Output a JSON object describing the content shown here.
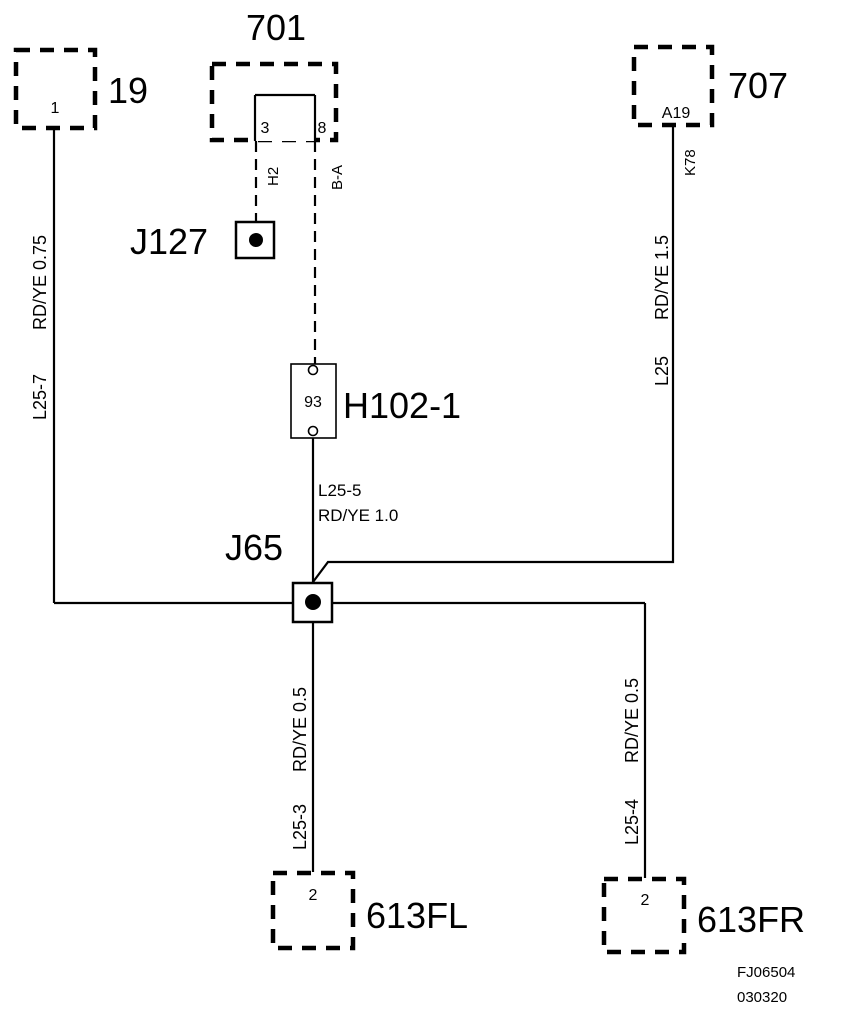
{
  "components": {
    "c19": {
      "label": "19",
      "pin": "1"
    },
    "c701": {
      "label": "701",
      "pin_left": "3",
      "pin_right": "8"
    },
    "c707": {
      "label": "707",
      "pin": "A19"
    },
    "c613fl": {
      "label": "613FL",
      "pin": "2"
    },
    "c613fr": {
      "label": "613FR",
      "pin": "2"
    }
  },
  "connectors": {
    "j127": {
      "label": "J127"
    },
    "j65": {
      "label": "J65"
    },
    "h102": {
      "label": "H102-1",
      "pin": "93"
    }
  },
  "wires": {
    "w_19": {
      "id": "L25-7",
      "spec": "RD/YE  0.75"
    },
    "w_707": {
      "id": "L25",
      "spec": "RD/YE  1.5",
      "pin_code": "K78"
    },
    "w_701_left": {
      "code": "H2"
    },
    "w_701_right": {
      "code": "B-A"
    },
    "w_h102": {
      "id": "L25-5",
      "spec": "RD/YE  1.0"
    },
    "w_613fl": {
      "id": "L25-3",
      "spec": "RD/YE  0.5"
    },
    "w_613fr": {
      "id": "L25-4",
      "spec": "RD/YE  0.5"
    }
  },
  "footer": {
    "code": "FJ06504",
    "date": "030320"
  }
}
